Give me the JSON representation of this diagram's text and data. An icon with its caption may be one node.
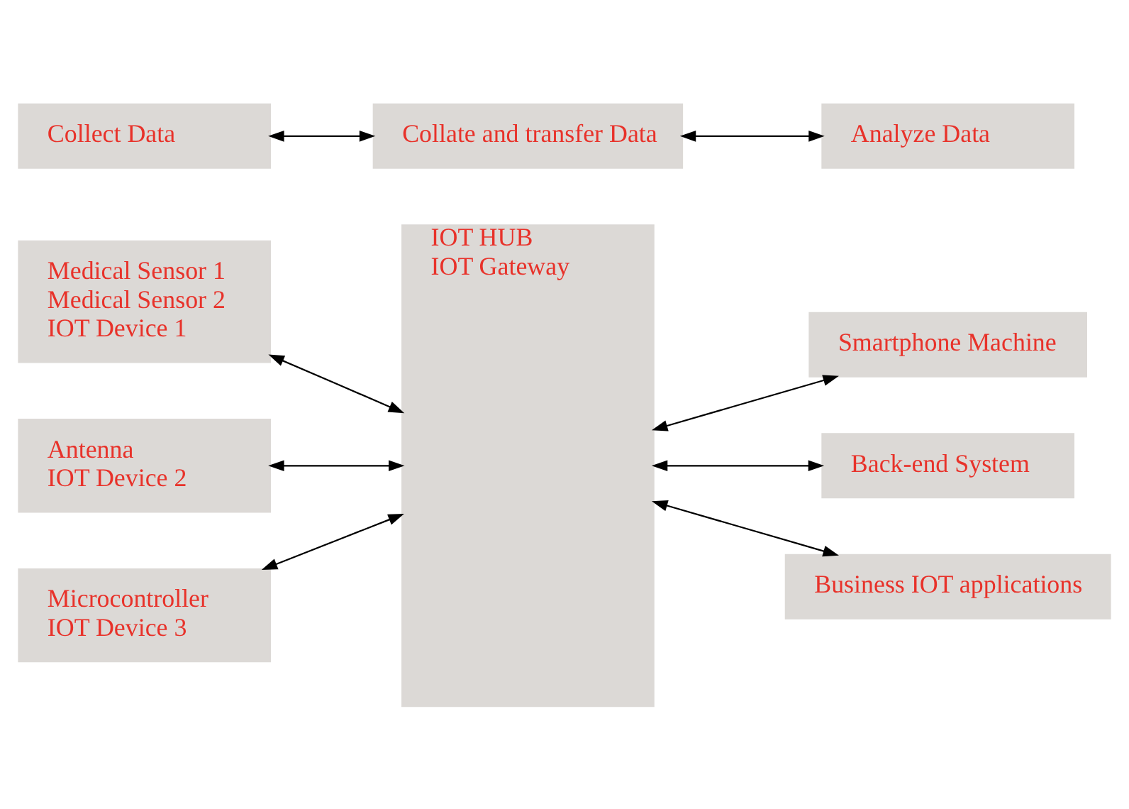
{
  "diagram": {
    "nodes": [
      {
        "text": [
          "Medical Sensor 1",
          "Medical Sensor 2",
          "IOT Device 1"
        ]
      },
      {
        "text": [
          "IOT HUB",
          "IOT Gateway"
        ]
      },
      {
        "text": [
          "Smartphone Machine"
        ]
      },
      {
        "text": [
          "Antenna",
          "IOT Device 2"
        ]
      },
      {
        "text": [
          "Back-end System"
        ]
      },
      {
        "text": [
          "Microcontroller",
          "IOT Device 3"
        ]
      },
      {
        "text": [
          "Business IOT applications"
        ]
      },
      {
        "text": [
          "Collect Data"
        ]
      },
      {
        "text": [
          "Collate and transfer Data"
        ]
      },
      {
        "text": [
          "Analyze Data"
        ]
      }
    ],
    "edges": [
      {
        "from": 0,
        "to": 1,
        "arrow": "both"
      },
      {
        "from": 1,
        "to": 2,
        "arrow": "both"
      },
      {
        "from": 3,
        "to": 1,
        "arrow": "both"
      },
      {
        "from": 1,
        "to": 4,
        "arrow": "both"
      },
      {
        "from": 5,
        "to": 1,
        "arrow": "both"
      },
      {
        "from": 1,
        "to": 6,
        "arrow": "both"
      },
      {
        "from": 7,
        "to": 8,
        "arrow": "both"
      },
      {
        "from": 8,
        "to": 9,
        "arrow": "both"
      }
    ]
  }
}
